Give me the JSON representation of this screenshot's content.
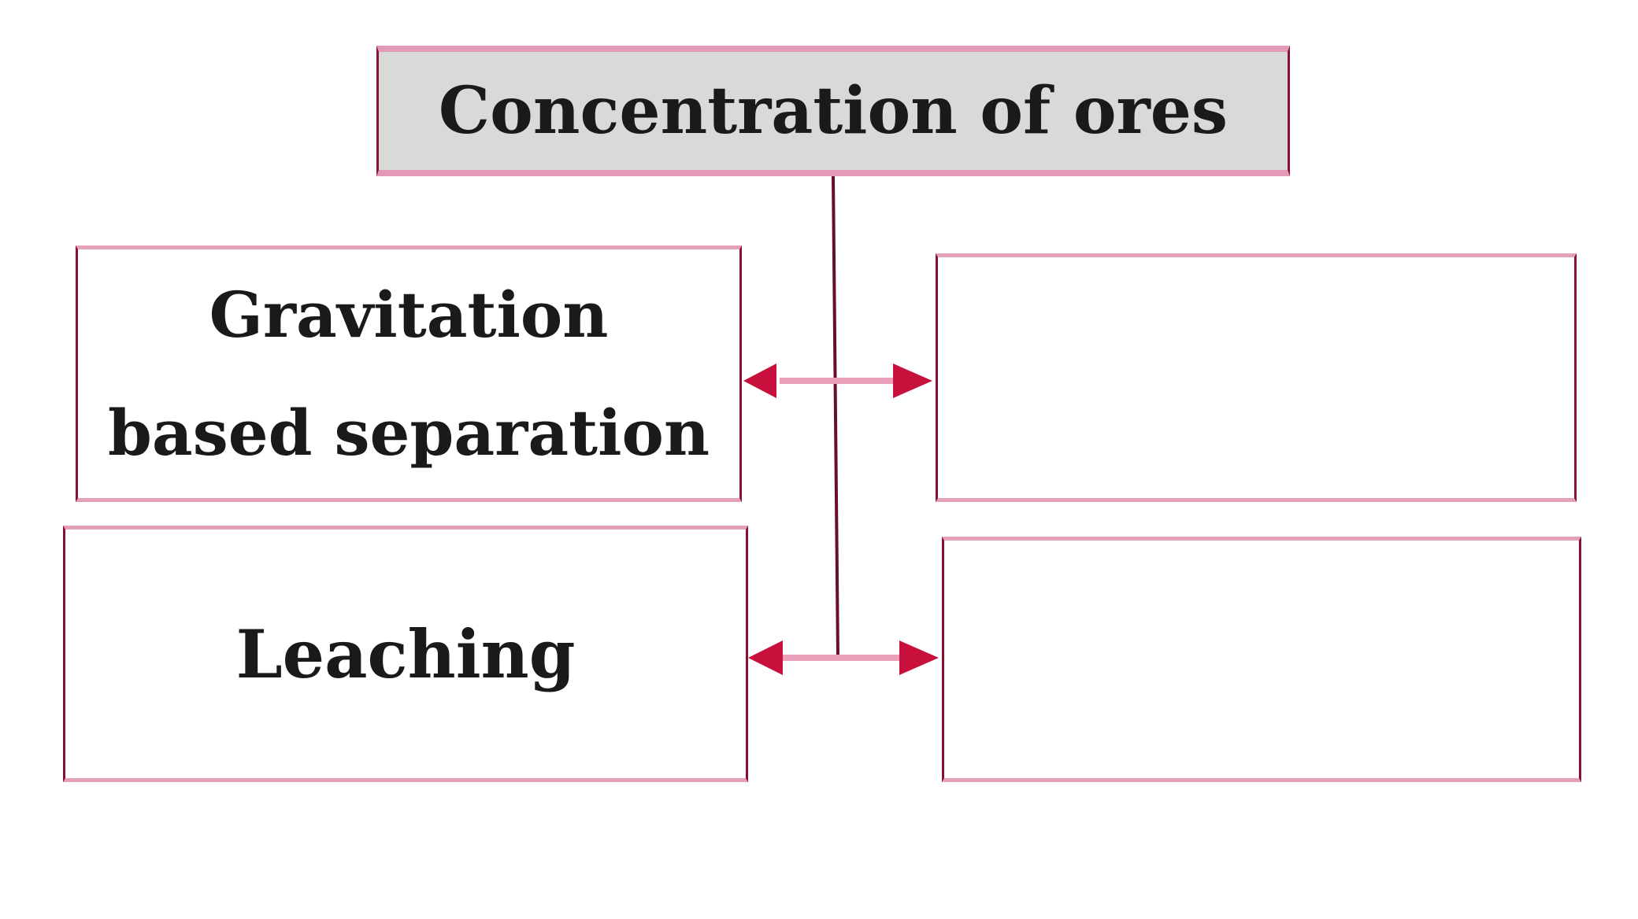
{
  "diagram": {
    "title": "Concentration of ores",
    "nodes": [
      {
        "id": "gravitation",
        "label_line1": "Gravitation",
        "label_line2": "based separation",
        "position": "left-top"
      },
      {
        "id": "blank-1",
        "label": "",
        "position": "right-top"
      },
      {
        "id": "leaching",
        "label": "Leaching",
        "position": "left-bottom"
      },
      {
        "id": "blank-2",
        "label": "",
        "position": "right-bottom"
      }
    ],
    "edges": [
      {
        "from": "Concentration of ores",
        "to": "Gravitation based separation"
      },
      {
        "from": "Concentration of ores",
        "to": "blank-1"
      },
      {
        "from": "Concentration of ores",
        "to": "Leaching"
      },
      {
        "from": "Concentration of ores",
        "to": "blank-2"
      }
    ],
    "colors": {
      "border": "#8a1030",
      "border_highlight": "#e39ab6",
      "arrow": "#c8103c",
      "arrow_shaft": "#eaa0b8",
      "header_fill": "#d8dad8"
    }
  }
}
